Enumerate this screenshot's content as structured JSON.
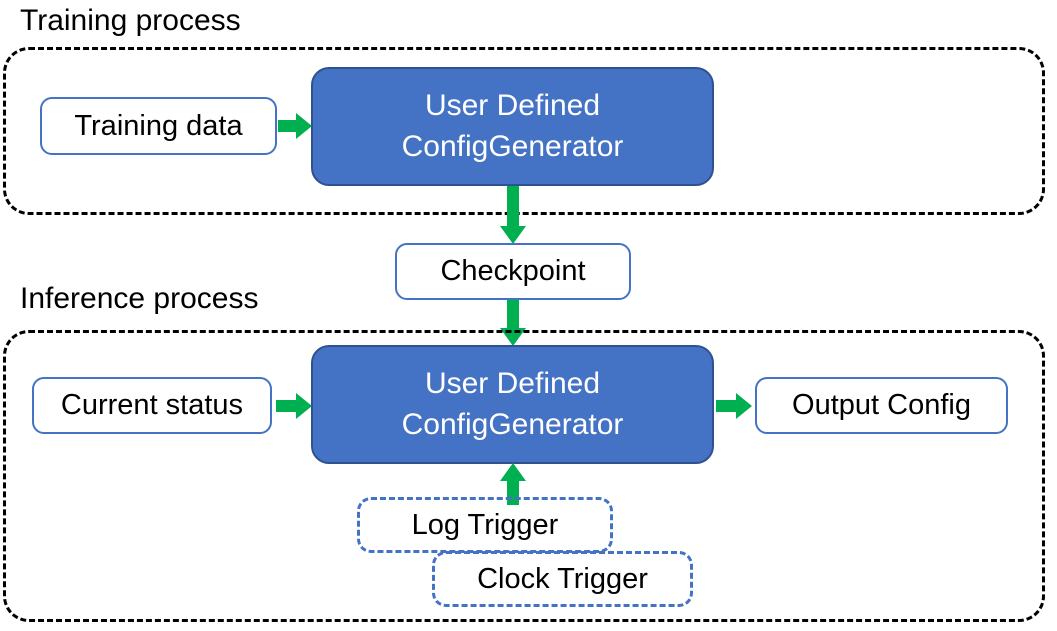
{
  "diagram": {
    "title_visible": false,
    "colors": {
      "process_fill": "#4472C4",
      "process_border": "#2F528F",
      "io_border": "#4472C4",
      "arrow_green": "#00B050",
      "group_border": "#000000",
      "trigger_border": "#4472C4",
      "text_dark": "#000000",
      "text_light": "#FFFFFF",
      "background": "#FFFFFF"
    },
    "groups": [
      {
        "id": "training",
        "caption": "Training process"
      },
      {
        "id": "inference",
        "caption": "Inference process"
      }
    ],
    "nodes": {
      "training_data": {
        "label": "Training data"
      },
      "training_generator": {
        "line1": "User Defined",
        "line2": "ConfigGenerator"
      },
      "checkpoint": {
        "label": "Checkpoint"
      },
      "current_status": {
        "label": "Current status"
      },
      "inference_generator": {
        "line1": "User Defined",
        "line2": "ConfigGenerator"
      },
      "output_config": {
        "label": "Output Config"
      },
      "log_trigger": {
        "label": "Log Trigger"
      },
      "clock_trigger": {
        "label": "Clock Trigger"
      }
    },
    "edges": [
      {
        "id": "training-data-to-generator",
        "from": "Training data",
        "to": "User Defined ConfigGenerator",
        "direction": "right"
      },
      {
        "id": "training-generator-to-checkpoint",
        "from": "User Defined ConfigGenerator",
        "to": "Checkpoint",
        "direction": "down"
      },
      {
        "id": "checkpoint-to-inference-generator",
        "from": "Checkpoint",
        "to": "User Defined ConfigGenerator",
        "direction": "down"
      },
      {
        "id": "current-status-to-generator",
        "from": "Current status",
        "to": "User Defined ConfigGenerator",
        "direction": "right"
      },
      {
        "id": "generator-to-output-config",
        "from": "User Defined ConfigGenerator",
        "to": "Output Config",
        "direction": "right"
      },
      {
        "id": "triggers-to-generator",
        "from": "Log Trigger / Clock Trigger",
        "to": "User Defined ConfigGenerator",
        "direction": "up"
      }
    ]
  }
}
